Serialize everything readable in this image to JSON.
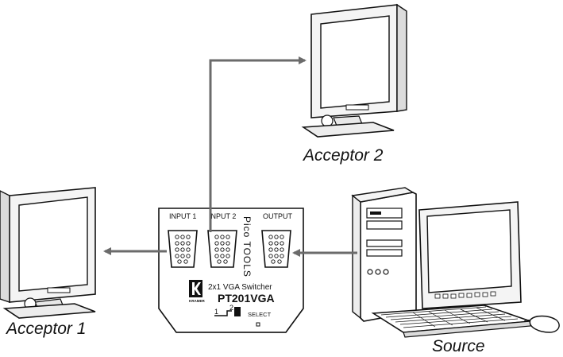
{
  "captions": {
    "acceptor_2": "Acceptor 2",
    "acceptor_1": "Acceptor 1",
    "source": "Source"
  },
  "device": {
    "input1_label": "INPUT 1",
    "input2_label": "INPUT 2",
    "output_label": "OUTPUT",
    "family_label": "Pico TOOLS",
    "type_label": "2x1 VGA Switcher",
    "model_label": "PT201VGA",
    "brand_label": "KRAMER",
    "select_pos1": "1",
    "select_pos2": "2",
    "select_label": "SELECT"
  },
  "colors": {
    "line": "#6b6b6b",
    "outline": "#111111",
    "screen": "#ffffff",
    "bezel": "#f4f4f4"
  }
}
